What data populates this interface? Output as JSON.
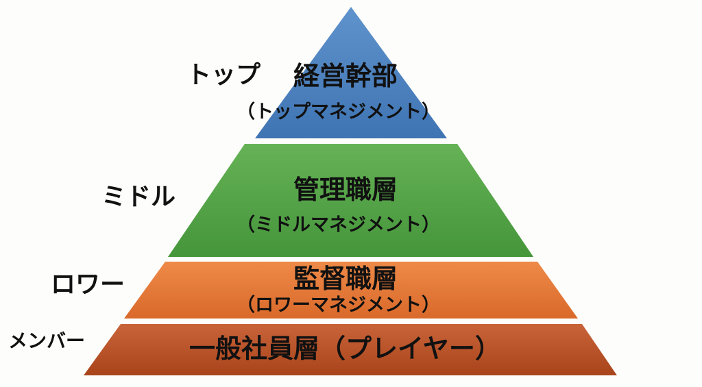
{
  "levels": [
    {
      "side_label": "トップ",
      "title": "経営幹部",
      "subtitle": "（トップマネジメント）",
      "color": "#4a7fbb"
    },
    {
      "side_label": "ミドル",
      "title": "管理職層",
      "subtitle": "（ミドルマネジメント）",
      "color": "#4f9e44"
    },
    {
      "side_label": "ロワー",
      "title": "監督職層",
      "subtitle": "（ロワーマネジメント）",
      "color": "#e0732c"
    },
    {
      "side_label": "メンバー",
      "title": "一般社員層（プレイヤー）",
      "color": "#b74f22"
    }
  ]
}
